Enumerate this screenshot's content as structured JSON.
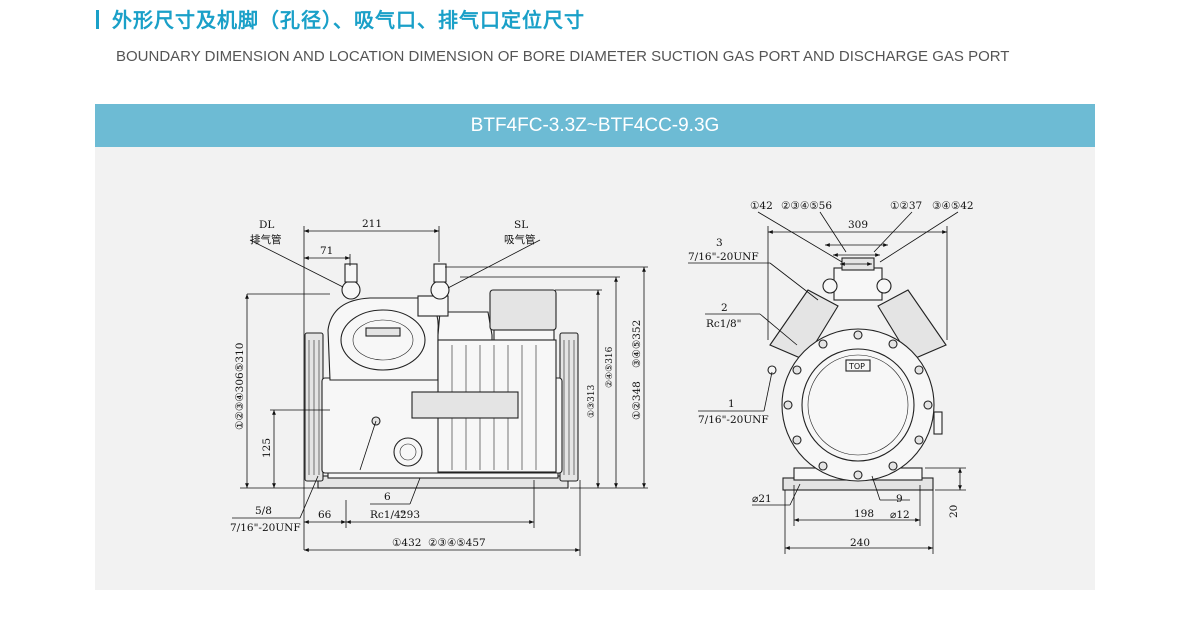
{
  "header": {
    "title_cn": "外形尺寸及机脚（孔径）、吸气口、排气口定位尺寸",
    "title_en": "BOUNDARY DIMENSION AND LOCATION DIMENSION OF BORE DIAMETER SUCTION GAS PORT AND DISCHARGE GAS PORT",
    "accent_color": "#1aa0c8"
  },
  "band": {
    "label": "BTF4FC-3.3Z~BTF4CC-9.3G",
    "color": "#6dbbd4"
  },
  "side_view": {
    "dl_label": "DL",
    "dl_cn": "排气管",
    "sl_label": "SL",
    "sl_cn": "吸气管",
    "dim_211": "211",
    "dim_71": "71",
    "dim_310": "⑤310",
    "dim_306": "①②③④306",
    "dim_125": "125",
    "dim_313": "①③313",
    "dim_316": "②④⑤316",
    "dim_348": "①②348",
    "dim_352": "③④⑤352",
    "port_5_num": "5/8",
    "port_5_thread": "7/16\"-20UNF",
    "port_6_num": "6",
    "port_6_thread": "Rc1/4\"",
    "dim_66": "66",
    "dim_293": "293",
    "dim_432": "①432",
    "dim_457": "②③④⑤457"
  },
  "front_view": {
    "top_1": "①42",
    "top_2": "②③④⑤56",
    "top_3": "①②37",
    "top_4": "③④⑤42",
    "dim_309": "309",
    "port_3_num": "3",
    "port_3_thread": "7/16\"-20UNF",
    "port_2_num": "2",
    "port_2_thread": "Rc1/8\"",
    "port_1_num": "1",
    "port_1_thread": "7/16\"-20UNF",
    "top_badge": "TOP",
    "dia_21": "⌀21",
    "dim_198": "198",
    "port_9_num": "9",
    "dia_12": "⌀12",
    "dim_20": "20",
    "dim_240": "240"
  }
}
